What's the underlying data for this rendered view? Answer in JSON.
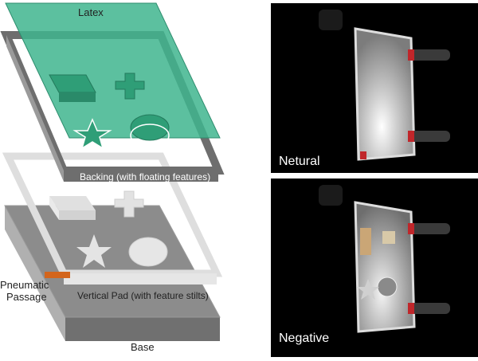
{
  "diagram": {
    "layers": {
      "latex": "Latex",
      "backing": "Backing (with floating features)",
      "vertical_pad": "Vertical Pad (with feature stilts)",
      "base": "Base"
    },
    "pneumatic_passage": [
      "Pneumatic",
      "Passage"
    ],
    "colors": {
      "latex": "#3fb58e",
      "backing": "#6e6e6e",
      "pad_light": "#e4e4e4",
      "pad_dark": "#8c8c8c",
      "passage": "#d3651c"
    }
  },
  "photos": [
    {
      "caption": "Netural"
    },
    {
      "caption": "Negative"
    }
  ]
}
